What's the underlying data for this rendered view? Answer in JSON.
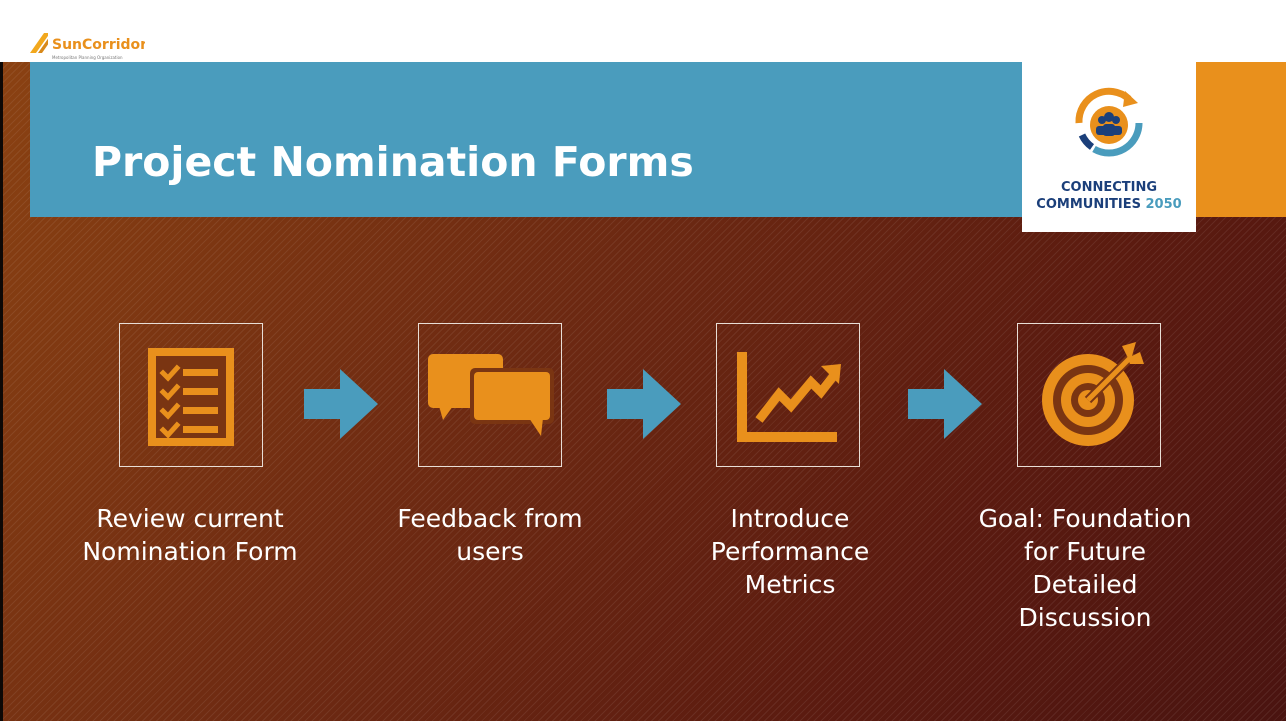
{
  "header": {
    "logo_name": "SunCorridor",
    "logo_sub": "Metropolitan Planning Organization",
    "title": "Project Nomination Forms"
  },
  "badge": {
    "line1": "CONNECTING",
    "line2_prefix": "COMMUNITIES",
    "line2_year": "2050"
  },
  "steps": [
    {
      "icon": "checklist-icon",
      "lines": [
        "Review current",
        "Nomination Form"
      ]
    },
    {
      "icon": "speech-bubbles-icon",
      "lines": [
        "Feedback from",
        "users"
      ]
    },
    {
      "icon": "trend-chart-icon",
      "lines": [
        "Introduce",
        "Performance",
        "Metrics"
      ]
    },
    {
      "icon": "target-icon",
      "lines": [
        "Goal: Foundation",
        "for Future",
        "Detailed",
        "Discussion"
      ]
    }
  ],
  "colors": {
    "title_band": "#4a9cbd",
    "accent": "#e9901c",
    "icon_orange": "#e9901c",
    "arrow_blue": "#4a9cbd"
  }
}
